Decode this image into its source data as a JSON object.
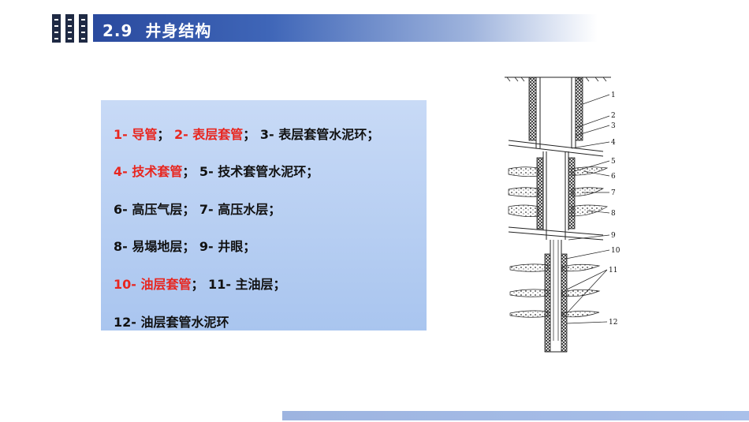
{
  "header": {
    "section_number": "2.9",
    "title": "井身结构"
  },
  "legend": {
    "lines": [
      [
        {
          "text": "1- 导管",
          "color": "red"
        },
        {
          "text": "； ",
          "color": "black"
        },
        {
          "text": "2- 表层套管",
          "color": "red"
        },
        {
          "text": "； 3- 表层套管水泥环；",
          "color": "black"
        }
      ],
      [
        {
          "text": "4- 技术套管",
          "color": "red"
        },
        {
          "text": "； 5- 技术套管水泥环；",
          "color": "black"
        }
      ],
      [
        {
          "text": "6- 高压气层； 7- 高压水层；",
          "color": "black"
        }
      ],
      [
        {
          "text": "8- 易塌地层； 9- 井眼；",
          "color": "black"
        }
      ],
      [
        {
          "text": "10- 油层套管",
          "color": "red"
        },
        {
          "text": "； 11- 主油层；",
          "color": "black"
        }
      ],
      [
        {
          "text": "12- 油层套管水泥环",
          "color": "black"
        }
      ]
    ]
  },
  "diagram": {
    "labels": [
      "1",
      "2",
      "3",
      "4",
      "5",
      "6",
      "7",
      "8",
      "9",
      "10",
      "11",
      "12"
    ]
  },
  "colors": {
    "title_bar": "#2a4a9e",
    "legend_bg": "#b8d0f3",
    "highlight_red": "#e8261f",
    "bottom_bar": "#a2b9e5"
  }
}
